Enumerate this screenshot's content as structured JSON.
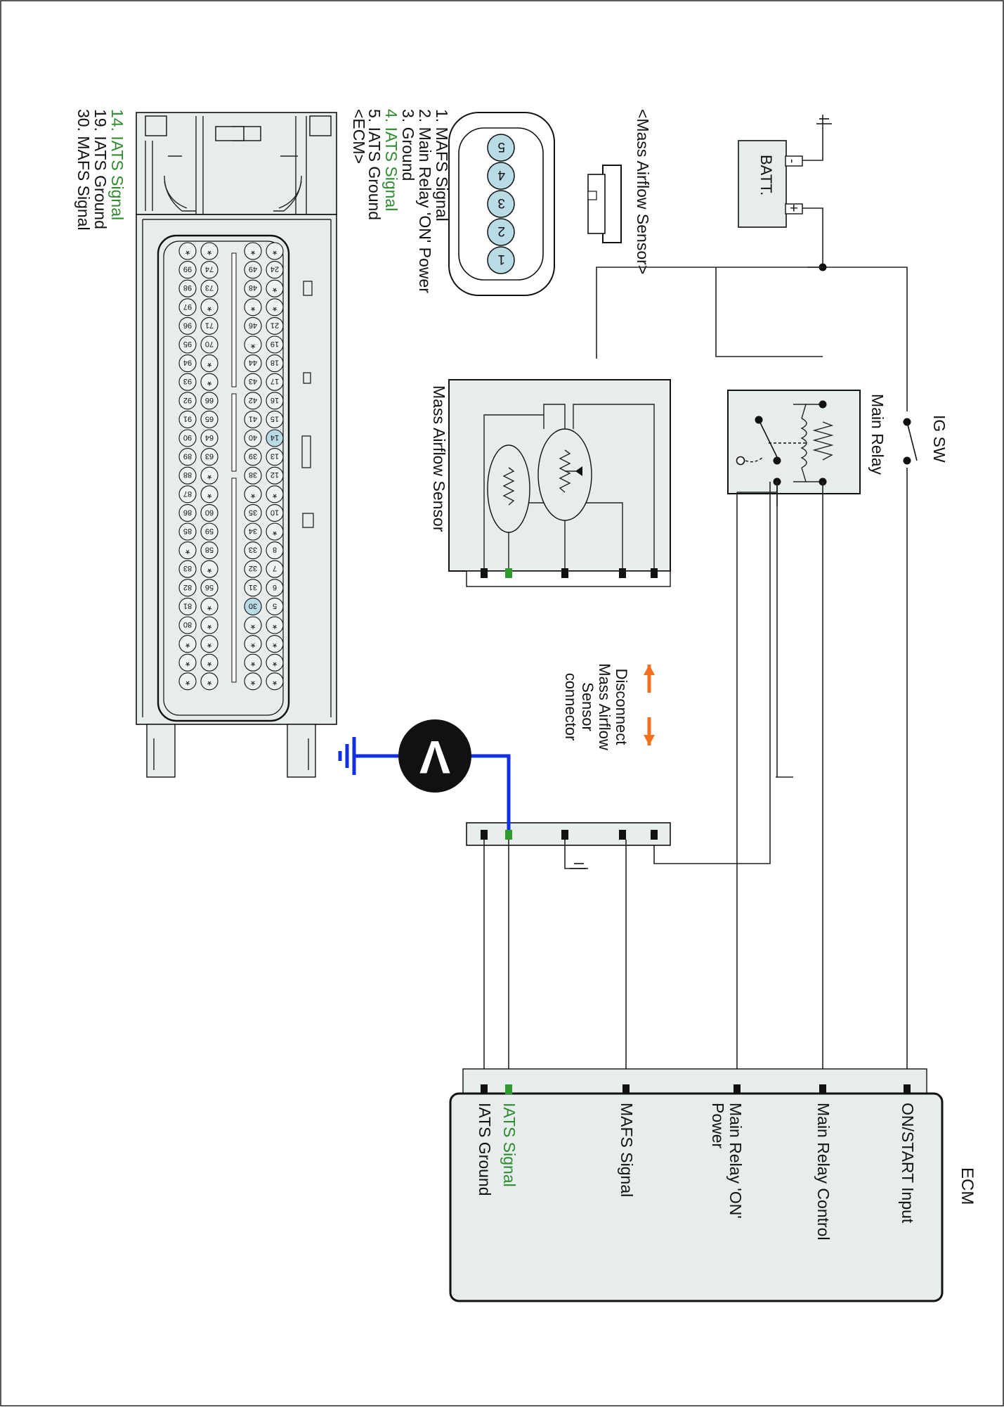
{
  "colors": {
    "highlight_text": "#2e8b2e",
    "highlight_pin": "#2e9a2e",
    "meter_wire": "#1030e0",
    "arrow": "#f07020",
    "pin_fill": "#b9dbe6",
    "body_fill": "#e7eced"
  },
  "legend": {
    "mafs_title": "<Mass Airflow Sensor>",
    "mafs_pins": [
      {
        "text": "1. MAFS Signal",
        "highlight": false
      },
      {
        "text": "2. Main Relay 'ON' Power",
        "highlight": false
      },
      {
        "text": "3. Ground",
        "highlight": false
      },
      {
        "text": "4. IATS Signal",
        "highlight": true
      },
      {
        "text": "5. IATS Ground",
        "highlight": false
      }
    ],
    "ecm_title": "<ECM>",
    "ecm_pins": [
      {
        "text": "14. IATS Signal",
        "highlight": true
      },
      {
        "text": "19. IATS Ground",
        "highlight": false
      },
      {
        "text": "30. MAFS Signal",
        "highlight": false
      }
    ]
  },
  "mafs_connector_pins": [
    "5",
    "4",
    "3",
    "2",
    "1"
  ],
  "battery": {
    "label": "BATT.",
    "minus": "-",
    "plus": "+"
  },
  "ig_switch": {
    "label": "IG SW"
  },
  "main_relay": {
    "label": "Main Relay"
  },
  "sensor_box": {
    "label": "Mass Airflow Sensor"
  },
  "disconnect": {
    "lines": [
      "Disconnect",
      "Mass Airflow",
      "Sensor",
      "connector"
    ]
  },
  "meter": {
    "symbol": "V"
  },
  "ecm": {
    "title": "ECM",
    "terminals": [
      {
        "lines": [
          "ON/START Input"
        ],
        "highlight": false
      },
      {
        "lines": [
          "Main Relay Control"
        ],
        "highlight": false
      },
      {
        "lines": [
          "Main Relay 'ON'",
          "Power"
        ],
        "highlight": false
      },
      {
        "lines": [
          "MAFS Signal"
        ],
        "highlight": false
      },
      {
        "lines": [
          "IATS Signal"
        ],
        "highlight": true
      },
      {
        "lines": [
          "IATS Ground"
        ],
        "highlight": false
      }
    ]
  },
  "ecm_connector": {
    "highlighted": [
      "14",
      "30"
    ],
    "rows": [
      [
        "*",
        "24",
        "*",
        "*",
        "21",
        "19",
        "18",
        "17",
        "16",
        "15",
        "14",
        "13",
        "12",
        "*",
        "10",
        "*",
        "8",
        "7",
        "6",
        "5",
        "*",
        "*",
        "*",
        "*"
      ],
      [
        "*",
        "49",
        "48",
        "*",
        "46",
        "*",
        "44",
        "43",
        "42",
        "41",
        "40",
        "39",
        "38",
        "*",
        "35",
        "34",
        "33",
        "32",
        "31",
        "30",
        "*",
        "*",
        "*",
        "*"
      ],
      [
        "*",
        "74",
        "73",
        "*",
        "71",
        "70",
        "*",
        "*",
        "66",
        "65",
        "64",
        "63",
        "*",
        "*",
        "60",
        "59",
        "58",
        "*",
        "56",
        "*",
        "*",
        "*",
        "*",
        "*"
      ],
      [
        "*",
        "99",
        "98",
        "97",
        "96",
        "95",
        "94",
        "93",
        "92",
        "91",
        "90",
        "89",
        "88",
        "87",
        "86",
        "85",
        "*",
        "83",
        "82",
        "81",
        "80",
        "*",
        "*",
        "*"
      ]
    ]
  }
}
